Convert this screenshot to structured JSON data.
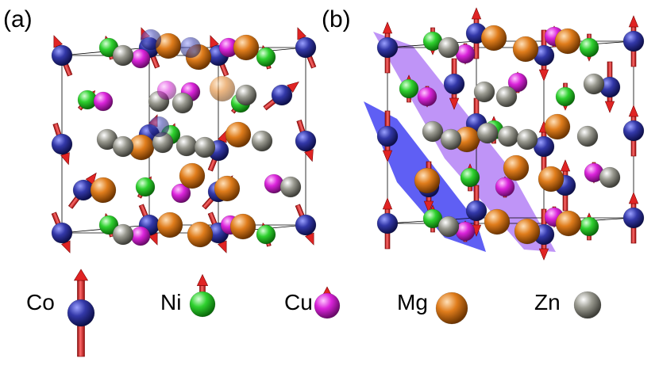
{
  "panels": [
    {
      "label": "(a)"
    },
    {
      "label": "(b)"
    }
  ],
  "legend": [
    {
      "label": "Co",
      "element": "Co",
      "color": "#2b2f9a",
      "spin_arrow": "long"
    },
    {
      "label": "Ni",
      "element": "Ni",
      "color": "#2ecc2e",
      "spin_arrow": "short"
    },
    {
      "label": "Cu",
      "element": "Cu",
      "color": "#d61fd6",
      "spin_arrow": "tiny"
    },
    {
      "label": "Mg",
      "element": "Mg",
      "color": "#d97a1c",
      "spin_arrow": "none"
    },
    {
      "label": "Zn",
      "element": "Zn",
      "color": "#8a8a80",
      "spin_arrow": "none"
    }
  ],
  "colors": {
    "spin_arrow": "#d81e1e",
    "plane_violet": "#8a3df0",
    "plane_blue": "#2a2af0",
    "cell_edge": "#000000"
  }
}
